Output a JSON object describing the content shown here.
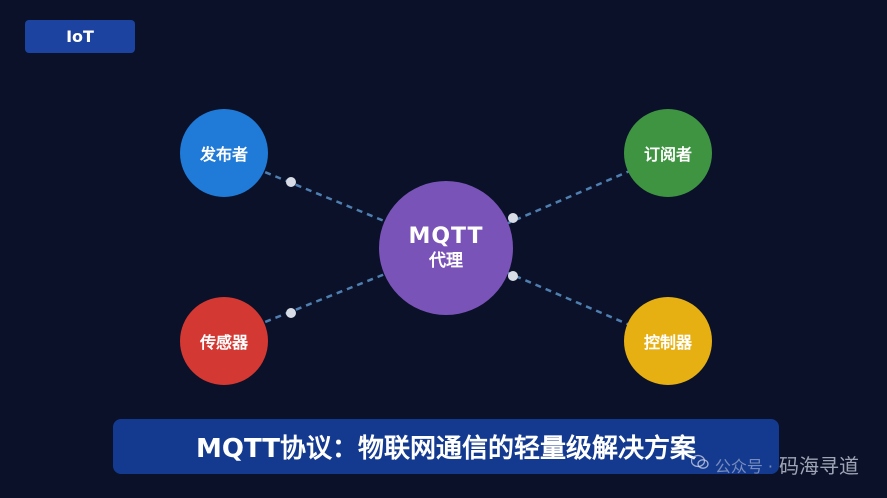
{
  "tag": {
    "label": "IoT"
  },
  "broker": {
    "line1": "MQTT",
    "line2": "代理"
  },
  "nodes": {
    "publisher": "发布者",
    "subscriber": "订阅者",
    "sensor": "传感器",
    "controller": "控制器"
  },
  "banner": {
    "title": "MQTT协议：物联网通信的轻量级解决方案"
  },
  "watermark": {
    "prefix": "公众号 ·",
    "name": "码海寻道",
    "icon": "wechat-icon"
  },
  "colors": {
    "background": "#0a1128",
    "publisher": "#1f7ad8",
    "subscriber": "#3e9441",
    "sensor": "#d43832",
    "controller": "#e6af12",
    "broker": "#7953b8",
    "link": "#4f7fb0",
    "banner": "#143a90"
  }
}
